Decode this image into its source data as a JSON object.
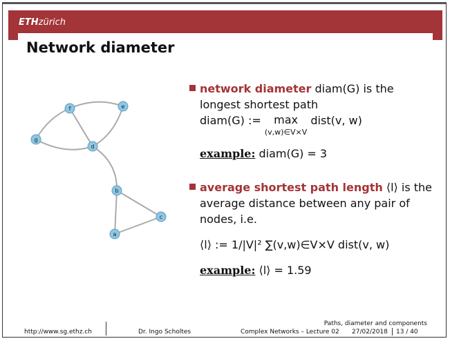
{
  "header": {
    "logo_eth": "ETH",
    "logo_zurich": "zürich",
    "title": "Network diameter"
  },
  "graph": {
    "nodes": [
      "f",
      "e",
      "g",
      "d",
      "b",
      "c",
      "a"
    ]
  },
  "item1": {
    "term": "network diameter",
    "line1_rest": "diam(G) is the",
    "line2": "longest shortest path",
    "formula_lhs": "diam(G) :=",
    "formula_op": "max",
    "formula_sub": "(v,w)∈V×V",
    "formula_rhs": "dist(v, w)",
    "example_label": "example:",
    "example_value": "diam(G) = 3"
  },
  "item2": {
    "term": "average shortest path length",
    "term_sym": "⟨l⟩ is the",
    "line2": "average distance between any pair of",
    "line3": "nodes, i.e.",
    "formula": "⟨l⟩ := 1/|V|² ∑(v,w)∈V×V dist(v, w)",
    "example_label": "example:",
    "example_value": "⟨l⟩ = 1.59"
  },
  "footer": {
    "url": "http://www.sg.ethz.ch",
    "author": "Dr. Ingo Scholtes",
    "section": "Paths, diameter and components",
    "course": "Complex Networks – Lecture 02",
    "date": "27/02/2018",
    "page": "13 / 40"
  }
}
